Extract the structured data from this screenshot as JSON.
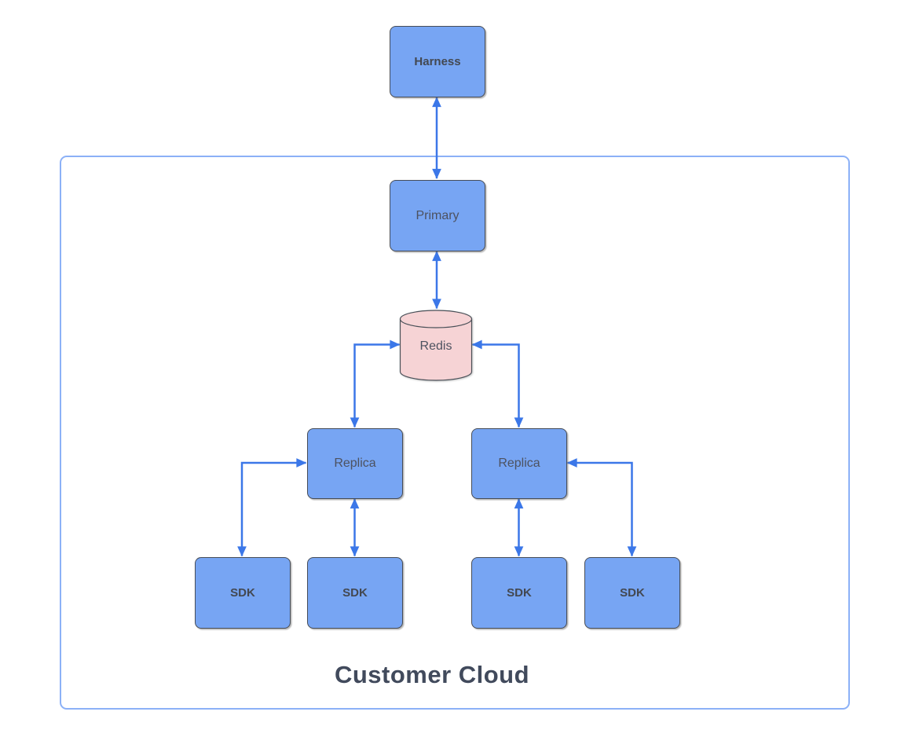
{
  "diagram": {
    "kind": "architecture-flow-diagram",
    "container": {
      "label": "Customer Cloud"
    },
    "nodes": {
      "harness": {
        "label": "Harness",
        "shape": "rectangle",
        "fill": "#77a5f3",
        "bold": true
      },
      "primary": {
        "label": "Primary",
        "shape": "rectangle",
        "fill": "#77a5f3",
        "bold": false
      },
      "redis": {
        "label": "Redis",
        "shape": "cylinder",
        "fill": "#f6d3d5",
        "bold": false
      },
      "replica_left": {
        "label": "Replica",
        "shape": "rectangle",
        "fill": "#77a5f3",
        "bold": false
      },
      "replica_right": {
        "label": "Replica",
        "shape": "rectangle",
        "fill": "#77a5f3",
        "bold": false
      },
      "sdk_1": {
        "label": "SDK",
        "shape": "rectangle",
        "fill": "#77a5f3",
        "bold": true
      },
      "sdk_2": {
        "label": "SDK",
        "shape": "rectangle",
        "fill": "#77a5f3",
        "bold": true
      },
      "sdk_3": {
        "label": "SDK",
        "shape": "rectangle",
        "fill": "#77a5f3",
        "bold": true
      },
      "sdk_4": {
        "label": "SDK",
        "shape": "rectangle",
        "fill": "#77a5f3",
        "bold": true
      }
    },
    "connectors": [
      {
        "from": "Harness",
        "to": "Primary",
        "direction": "bidirectional",
        "route": "straight-vertical"
      },
      {
        "from": "Primary",
        "to": "Redis",
        "direction": "bidirectional",
        "route": "straight-vertical"
      },
      {
        "from": "Redis",
        "to": "Replica (left)",
        "direction": "bidirectional",
        "route": "elbow"
      },
      {
        "from": "Redis",
        "to": "Replica (right)",
        "direction": "bidirectional",
        "route": "elbow"
      },
      {
        "from": "Replica (left)",
        "to": "SDK 1",
        "direction": "bidirectional",
        "route": "elbow"
      },
      {
        "from": "Replica (left)",
        "to": "SDK 2",
        "direction": "bidirectional",
        "route": "straight-vertical"
      },
      {
        "from": "Replica (right)",
        "to": "SDK 3",
        "direction": "bidirectional",
        "route": "straight-vertical"
      },
      {
        "from": "Replica (right)",
        "to": "SDK 4",
        "direction": "bidirectional",
        "route": "elbow"
      }
    ],
    "colors": {
      "node_fill": "#77a5f3",
      "node_border": "#474d57",
      "redis_fill": "#f6d3d5",
      "connector": "#3b77e8",
      "container_border": "#8cb1f7",
      "node_text": "#4d5260",
      "container_label_text": "#414a5c",
      "background": "#ffffff"
    }
  }
}
